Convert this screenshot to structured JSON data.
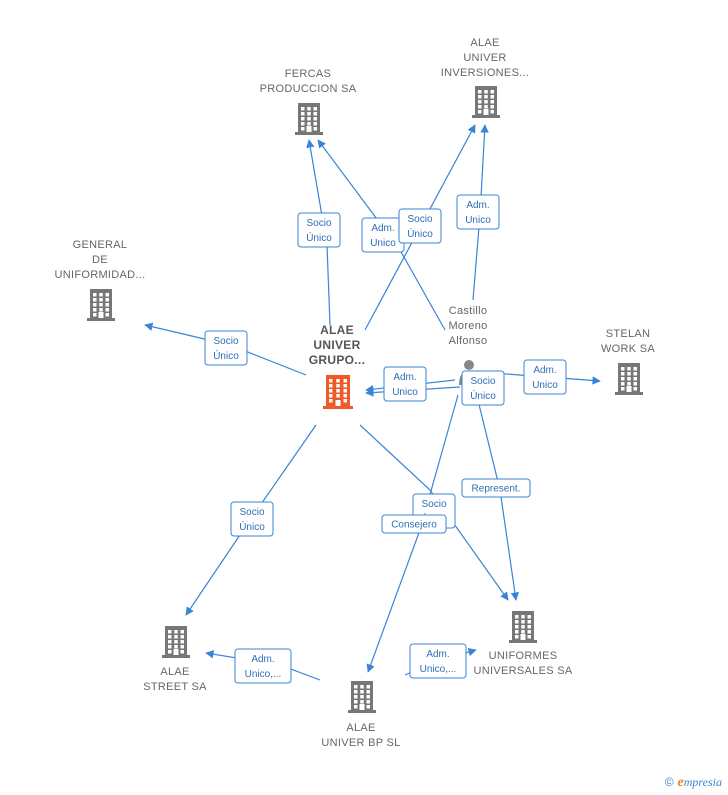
{
  "colors": {
    "edge": "#3a84d6",
    "company": "#777777",
    "main_company": "#f05a28",
    "person": "#888888"
  },
  "nodes": [
    {
      "id": "fercas",
      "type": "company",
      "label": [
        "FERCAS",
        "PRODUCCION SA"
      ]
    },
    {
      "id": "alae_inv",
      "type": "company",
      "label": [
        "ALAE",
        "UNIVER",
        "INVERSIONES..."
      ]
    },
    {
      "id": "general",
      "type": "company",
      "label": [
        "GENERAL",
        "DE",
        "UNIFORMIDAD..."
      ]
    },
    {
      "id": "alae_grupo",
      "type": "main_company",
      "label": [
        "ALAE",
        "UNIVER",
        "GRUPO..."
      ]
    },
    {
      "id": "castillo",
      "type": "person",
      "label": [
        "Castillo",
        "Moreno",
        "Alfonso"
      ]
    },
    {
      "id": "stelan",
      "type": "company",
      "label": [
        "STELAN",
        "WORK SA"
      ]
    },
    {
      "id": "alae_street",
      "type": "company",
      "label": [
        "ALAE",
        "STREET SA"
      ]
    },
    {
      "id": "alae_bp",
      "type": "company",
      "label": [
        "ALAE",
        "UNIVER BP  SL"
      ]
    },
    {
      "id": "uniformes",
      "type": "company",
      "label": [
        "UNIFORMES",
        "UNIVERSALES SA"
      ]
    }
  ],
  "edges": [
    {
      "from": "alae_grupo",
      "to": "fercas",
      "label": [
        "Socio",
        "Único"
      ]
    },
    {
      "from": "castillo",
      "to": "fercas",
      "label": [
        "Adm.",
        "Unico"
      ]
    },
    {
      "from": "alae_grupo",
      "to": "alae_inv",
      "label": [
        "Socio",
        "Único"
      ]
    },
    {
      "from": "castillo",
      "to": "alae_inv",
      "label": [
        "Adm.",
        "Unico"
      ]
    },
    {
      "from": "alae_grupo",
      "to": "general",
      "label": [
        "Socio",
        "Único"
      ]
    },
    {
      "from": "castillo",
      "to": "alae_grupo",
      "label": [
        "Adm.",
        "Unico"
      ]
    },
    {
      "from": "castillo",
      "to": "alae_grupo",
      "label": [
        "Socio",
        "Único"
      ]
    },
    {
      "from": "castillo",
      "to": "stelan",
      "label": [
        "Adm.",
        "Unico"
      ]
    },
    {
      "from": "alae_grupo",
      "to": "alae_street",
      "label": [
        "Socio",
        "Único"
      ]
    },
    {
      "from": "alae_grupo",
      "to": "uniformes",
      "label": [
        "Socio",
        "Único"
      ]
    },
    {
      "from": "castillo",
      "to": "uniformes",
      "label": [
        "Represent."
      ]
    },
    {
      "from": "castillo",
      "to": "alae_bp",
      "label": [
        "Consejero"
      ]
    },
    {
      "from": "alae_bp",
      "to": "alae_street",
      "label": [
        "Adm.",
        "Unico,..."
      ]
    },
    {
      "from": "alae_bp",
      "to": "uniformes",
      "label": [
        "Adm.",
        "Unico,..."
      ]
    }
  ],
  "footer": {
    "copyright": "©",
    "brand_initial": "e",
    "brand_rest": "mpresia"
  }
}
